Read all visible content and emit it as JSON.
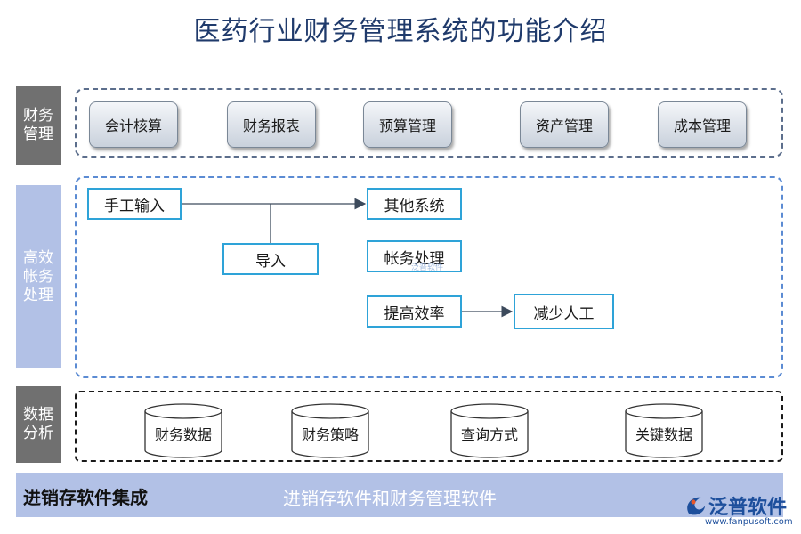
{
  "title": "医药行业财务管理系统的功能介绍",
  "sections": {
    "finance": {
      "label": "财务管理",
      "items": [
        "会计核算",
        "财务报表",
        "预算管理",
        "资产管理",
        "成本管理"
      ]
    },
    "processing": {
      "label": "高效帐务处理",
      "manual_input": "手工输入",
      "import": "导入",
      "other_systems": "其他系统",
      "accounting": "帐务处理",
      "improve_efficiency": "提高效率",
      "reduce_labor": "减少人工",
      "watermark": "泛普软件"
    },
    "analysis": {
      "label": "数据分析",
      "items": [
        "财务数据",
        "财务策略",
        "查询方式",
        "关键数据"
      ]
    }
  },
  "bottom": {
    "left": "进销存软件集成",
    "center": "进销存软件和财务管理软件"
  },
  "logo": {
    "name": "泛普软件",
    "url": "www.fanpusoft.com"
  },
  "colors": {
    "title": "#1f3a6b",
    "side_gray": "#707070",
    "side_blue": "#b2c1e6",
    "box_border": "#2ea3d8"
  }
}
